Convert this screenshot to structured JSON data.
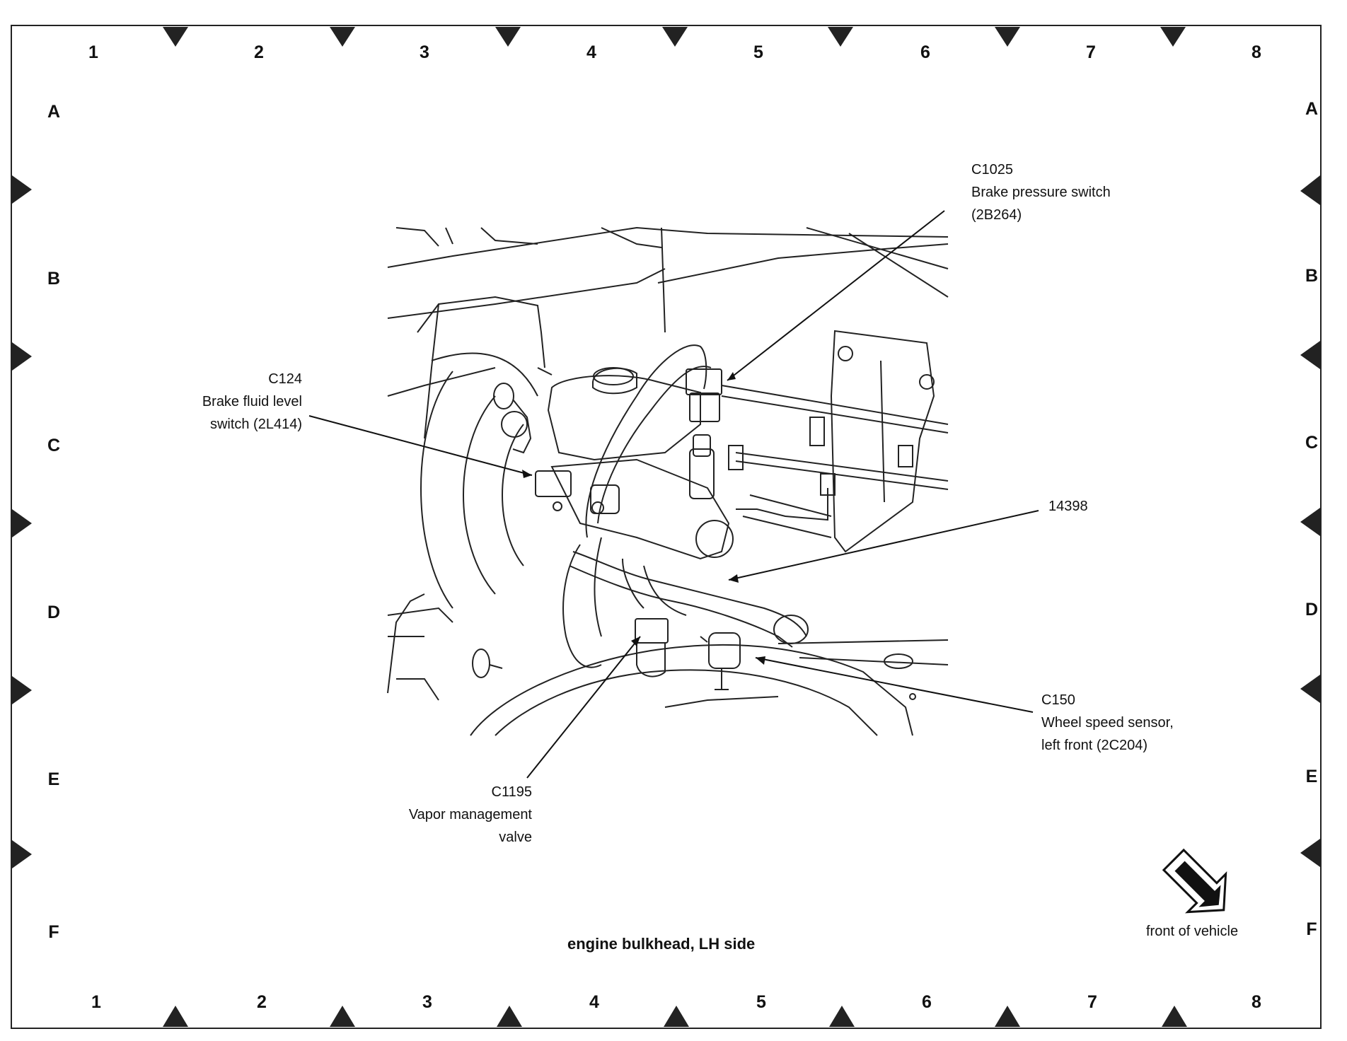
{
  "grid": {
    "columns": [
      "1",
      "2",
      "3",
      "4",
      "5",
      "6",
      "7",
      "8"
    ],
    "rows": [
      "A",
      "B",
      "C",
      "D",
      "E",
      "F"
    ]
  },
  "callouts": {
    "c1025": {
      "id": "C1025",
      "name": "Brake pressure switch",
      "part": "(2B264)"
    },
    "c124": {
      "id": "C124",
      "name": "Brake fluid level",
      "part": "switch (2L414)"
    },
    "harness": {
      "id": "14398"
    },
    "c150": {
      "id": "C150",
      "name": "Wheel speed sensor,",
      "part": "left front (2C204)"
    },
    "c1195": {
      "id": "C1195",
      "name": "Vapor management",
      "part": "valve"
    }
  },
  "caption": "engine bulkhead, LH side",
  "orientation": {
    "label": "front of vehicle",
    "icon": "front-arrow-icon"
  },
  "colors": {
    "line": "#111111",
    "frame": "#222222"
  }
}
